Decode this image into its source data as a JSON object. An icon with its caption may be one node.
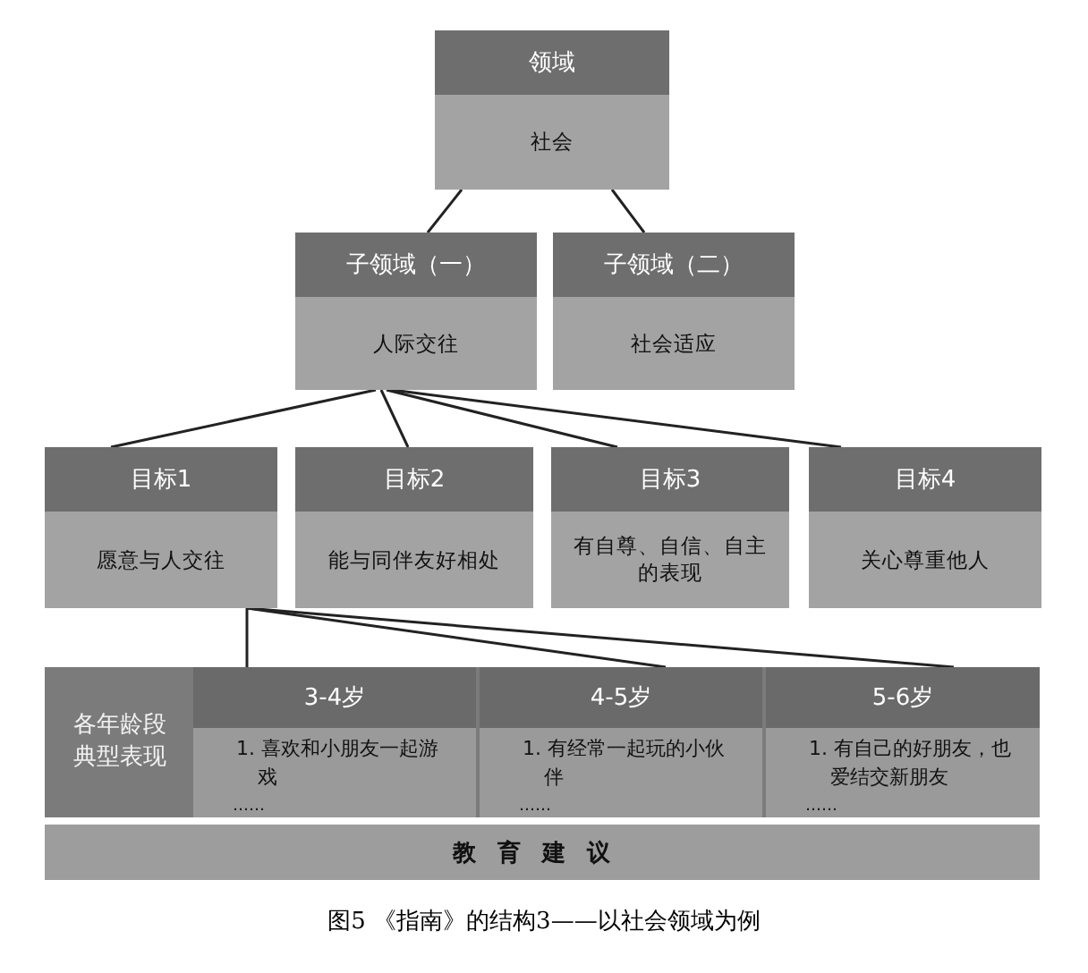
{
  "diagram": {
    "caption": "图5 《指南》的结构3——以社会领域为例",
    "nodes": [
      {
        "text": [
          "领域",
          "社会"
        ]
      },
      {
        "text": [
          "子领域（一）",
          "人际交往"
        ]
      },
      {
        "text": [
          "子领域（二）",
          "社会适应"
        ]
      },
      {
        "text": [
          "目标1",
          "愿意与人交往"
        ]
      },
      {
        "text": [
          "目标2",
          "能与同伴友好相处"
        ]
      },
      {
        "text": [
          "目标3",
          "有自尊、自信、自主的表现"
        ]
      },
      {
        "text": [
          "目标4",
          "关心尊重他人"
        ]
      },
      {
        "text": [
          "各年龄段典型表现"
        ]
      },
      {
        "text": [
          "3-4岁",
          "1. 喜欢和小朋友一起游戏",
          "……"
        ],
        "in": 7
      },
      {
        "text": [
          "4-5岁",
          "1. 有经常一起玩的小伙伴",
          "……"
        ],
        "in": 7
      },
      {
        "text": [
          "5-6岁",
          "1. 有自己的好朋友，也爱结交新朋友",
          "……"
        ],
        "in": 7
      },
      {
        "text": [
          "教育建议"
        ]
      }
    ],
    "edges": [
      {
        "from": 0,
        "to": 1,
        "arrow": "none"
      },
      {
        "from": 0,
        "to": 2,
        "arrow": "none"
      },
      {
        "from": 1,
        "to": 3,
        "arrow": "none"
      },
      {
        "from": 1,
        "to": 4,
        "arrow": "none"
      },
      {
        "from": 1,
        "to": 5,
        "arrow": "none"
      },
      {
        "from": 1,
        "to": 6,
        "arrow": "none"
      },
      {
        "from": 3,
        "to": 8,
        "arrow": "none"
      },
      {
        "from": 3,
        "to": 9,
        "arrow": "none"
      },
      {
        "from": 3,
        "to": 10,
        "arrow": "none"
      }
    ]
  }
}
